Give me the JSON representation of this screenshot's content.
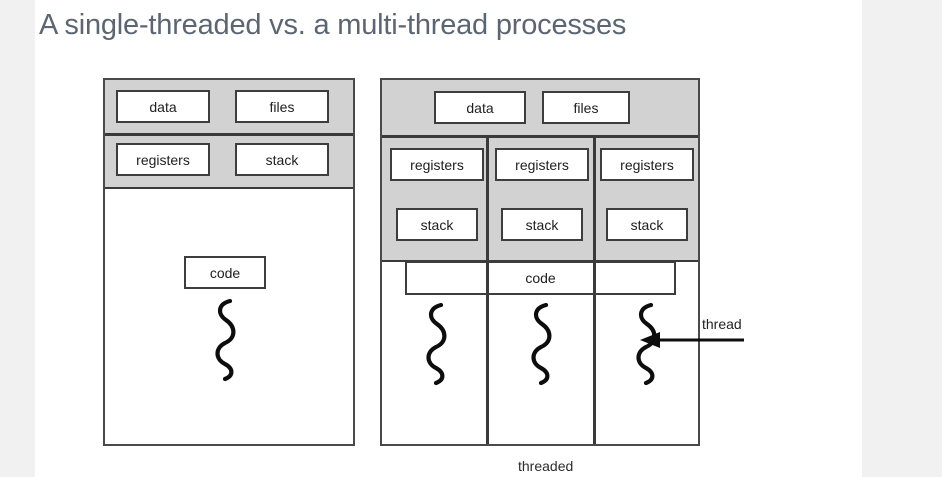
{
  "page": {
    "title": "A single-threaded vs. a multi-thread processes",
    "title_color": "#5c6673",
    "sheet_background": "#ffffff",
    "canvas_background": "#f1f1f1"
  },
  "diagram": {
    "type": "process-thread-comparison",
    "header_fill": "#d2d2d2",
    "box_fill": "#ffffff",
    "line_color": "#3d3d3d",
    "single_threaded_process": {
      "name": "single-threaded-process",
      "header_rows": [
        {
          "cells": [
            "data",
            "files"
          ]
        },
        {
          "cells": [
            "registers",
            "stack"
          ]
        }
      ],
      "body": {
        "code_label": "code",
        "thread_count": 1
      }
    },
    "multi_threaded_process": {
      "name": "multi-threaded-process",
      "header_top": {
        "cells": [
          "data",
          "files"
        ]
      },
      "columns": [
        {
          "registers": "registers",
          "stack": "stack"
        },
        {
          "registers": "registers",
          "stack": "stack"
        },
        {
          "registers": "registers",
          "stack": "stack"
        }
      ],
      "body": {
        "code_label": "code",
        "thread_count": 3
      },
      "annotation": {
        "label": "thread",
        "arrow": "left-arrow"
      }
    },
    "caption": "threaded"
  }
}
